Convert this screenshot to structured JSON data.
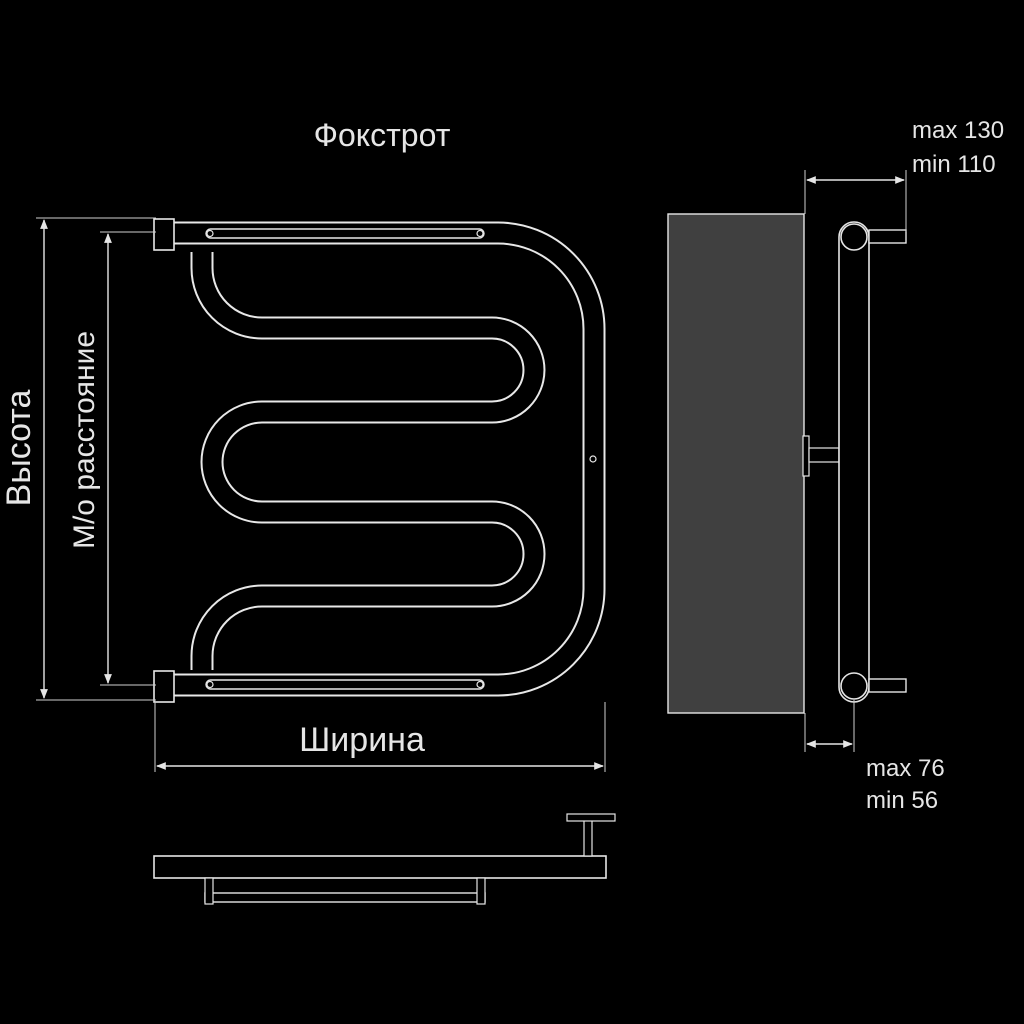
{
  "diagram": {
    "title": "Фокстрот",
    "labels": {
      "height": "Высота",
      "center_distance": "М/о расстояние",
      "width": "Ширина",
      "wall_offset_max": "max 130",
      "wall_offset_min": "min 110",
      "axis_offset_max": "max 76",
      "axis_offset_min": "min 56"
    }
  }
}
